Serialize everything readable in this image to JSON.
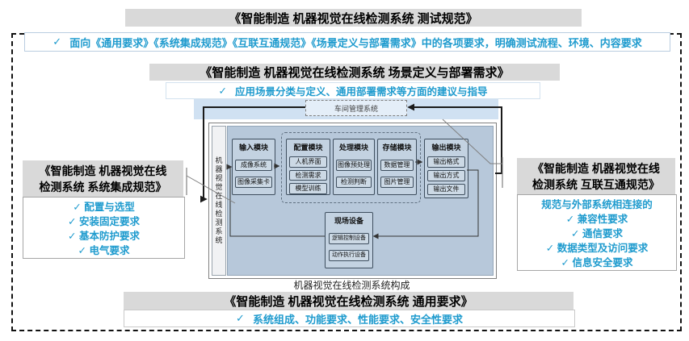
{
  "glyphs": {
    "check": "✓"
  },
  "colors": {
    "accent_teal": "#1f9bce",
    "title_bar_gray": "#d9d9d9",
    "band_blue": "#d0e1f2",
    "panel_blue": "#b7c8da"
  },
  "top": {
    "test_title": "《智能制造 机器视觉在线检测系统 测试规范》",
    "test_note": "面向《通用要求》《系统集成规范》《互联互通规范》《场景定义与部署需求》中的各项要求，明确测试流程、环境、内容要求",
    "scene_title": "《智能制造 机器视觉在线检测系统 场景定义与部署需求》",
    "scene_note": "应用场景分类与定义、通用部署需求等方面的建议与指导"
  },
  "left_box": {
    "title_line1": "《智能制造 机器视觉在线",
    "title_line2": "检测系统 系统集成规范》",
    "items": [
      "配置与选型",
      "安装固定要求",
      "基本防护要求",
      "电气要求"
    ]
  },
  "right_box": {
    "title_line1": "《智能制造 机器视觉在线",
    "title_line2": "检测系统 互联互通规范》",
    "intro": "规范与外部系统相连接的",
    "items": [
      "兼容性要求",
      "通信要求",
      "数据类型及访问要求",
      "信息安全要求"
    ]
  },
  "bottom": {
    "caption": "机器视觉在线检测系统构成",
    "general_title": "《智能制造 机器视觉在线检测系统 通用要求》",
    "general_note": "系统组成、功能要求、性能要求、安全性要求"
  },
  "diagram": {
    "workshop_system": "车间管理系统",
    "system_name": "机器视觉在线检测系统",
    "modules": [
      {
        "name": "输入模块",
        "items": [
          "成像系统",
          "图像采集卡"
        ]
      },
      {
        "name": "配置模块",
        "items": [
          "人机界面",
          "检测需求",
          "模型训练"
        ]
      },
      {
        "name": "处理模块",
        "items": [
          "图像预处理",
          "检测判断"
        ]
      },
      {
        "name": "存储模块",
        "items": [
          "数据管理",
          "图片管理"
        ]
      },
      {
        "name": "输出模块",
        "items": [
          "输出格式",
          "输出方式",
          "输出文件"
        ]
      }
    ],
    "field_device": {
      "name": "现场设备",
      "items": [
        "逻辑控制设备",
        "动作执行设备"
      ]
    }
  }
}
